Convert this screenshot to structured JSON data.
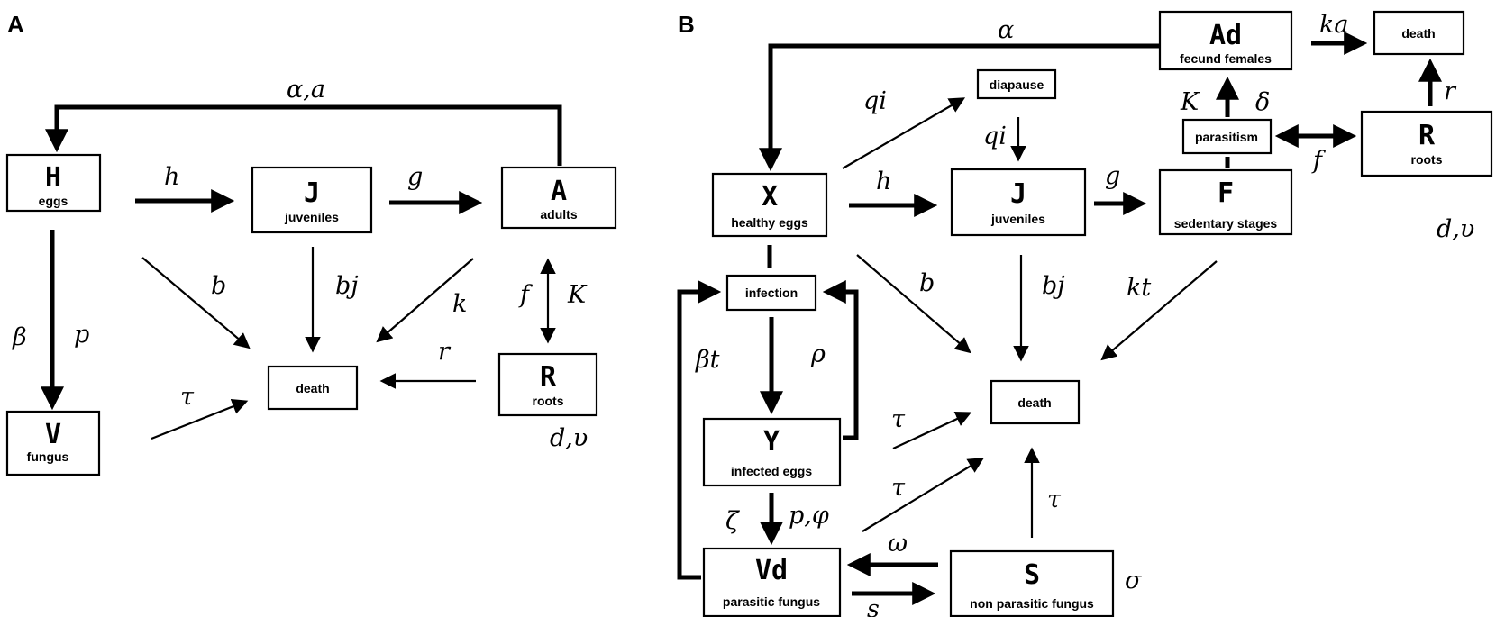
{
  "panels": {
    "a": "A",
    "b": "B"
  },
  "panel_a": {
    "nodes": {
      "H": {
        "symbol": "H",
        "label": "eggs"
      },
      "J": {
        "symbol": "J",
        "label": "juveniles"
      },
      "A": {
        "symbol": "A",
        "label": "adults"
      },
      "V": {
        "symbol": "V",
        "label": "fungus"
      },
      "R": {
        "symbol": "R",
        "label": "roots"
      },
      "death": {
        "label": "death"
      }
    },
    "params": {
      "alpha_a": "α,a",
      "h": "h",
      "g": "g",
      "b": "b",
      "bj": "bj",
      "k": "k",
      "f": "f",
      "K": "K",
      "beta": "β",
      "p": "p",
      "tau": "τ",
      "r": "r",
      "d_nu": "d,υ"
    }
  },
  "panel_b": {
    "nodes": {
      "Ad": {
        "symbol": "Ad",
        "label": "fecund females"
      },
      "death_top": {
        "label": "death"
      },
      "diapause": {
        "label": "diapause"
      },
      "parasitism": {
        "label": "parasitism"
      },
      "R": {
        "symbol": "R",
        "label": "roots"
      },
      "X": {
        "symbol": "X",
        "label": "healthy eggs"
      },
      "J": {
        "symbol": "J",
        "label": "juveniles"
      },
      "F": {
        "symbol": "F",
        "label": "sedentary stages"
      },
      "infection": {
        "label": "infection"
      },
      "death": {
        "label": "death"
      },
      "Y": {
        "symbol": "Y",
        "label": "infected eggs"
      },
      "Vd": {
        "symbol": "Vd",
        "label": "parasitic fungus"
      },
      "S": {
        "symbol": "S",
        "label": "non parasitic fungus"
      }
    },
    "params": {
      "alpha": "α",
      "ka": "ka",
      "qi_diag": "qi",
      "qi_down": "qi",
      "K": "K",
      "delta": "δ",
      "r": "r",
      "f": "f",
      "d_nu": "d,υ",
      "h": "h",
      "g": "g",
      "b": "b",
      "bj": "bj",
      "kt": "kt",
      "beta_t": "βt",
      "rho": "ρ",
      "tau1": "τ",
      "tau2": "τ",
      "tau3": "τ",
      "zeta": "ζ",
      "p_phi": "p,φ",
      "omega": "ω",
      "s": "s",
      "sigma": "σ"
    }
  }
}
